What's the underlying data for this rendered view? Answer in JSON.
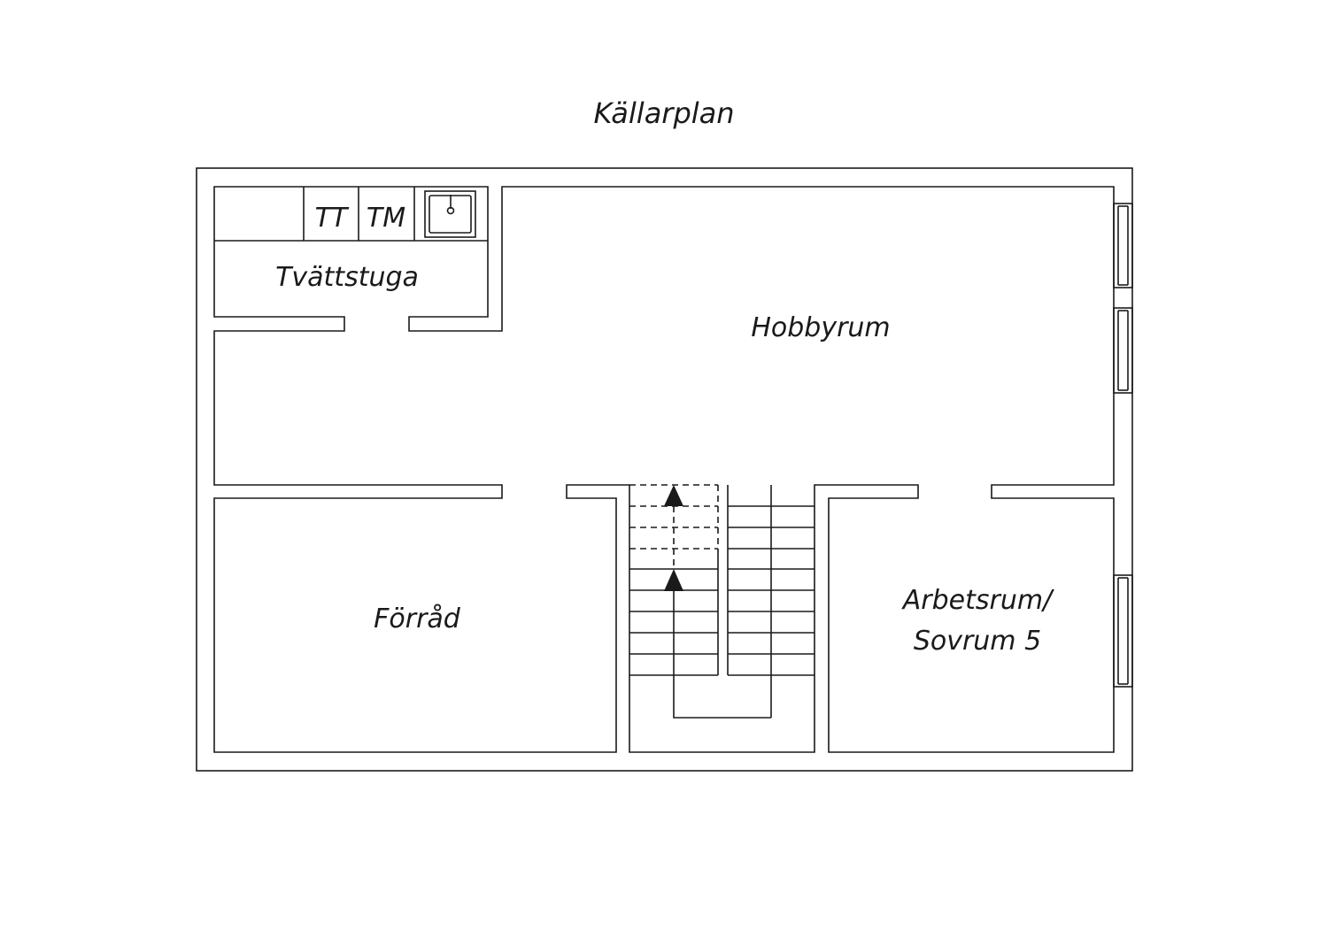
{
  "title": "Källarplan",
  "rooms": {
    "laundry": "Tvättstuga",
    "hobby": "Hobbyrum",
    "storage": "Förråd",
    "office_line1": "Arbetsrum/",
    "office_line2": "Sovrum 5"
  },
  "fixtures": {
    "dryer": "TT",
    "washer": "TM"
  },
  "colors": {
    "line": "#1a1a1a",
    "background": "#ffffff"
  }
}
